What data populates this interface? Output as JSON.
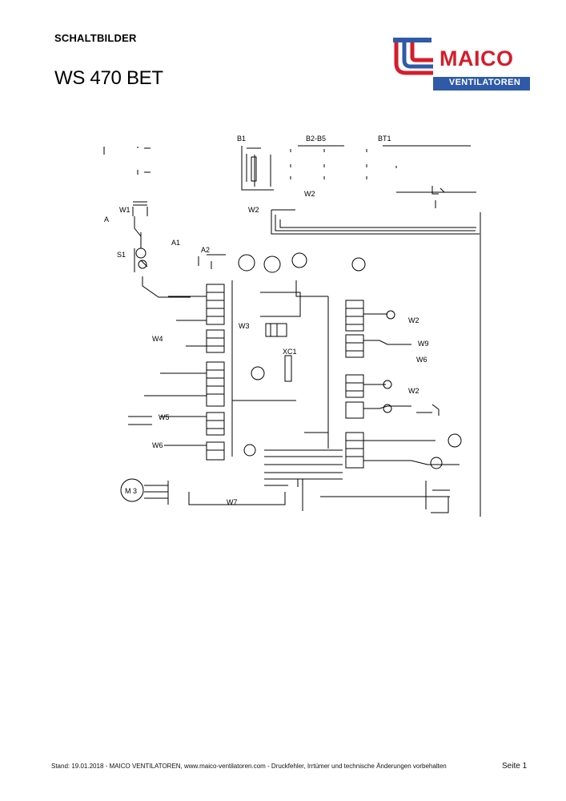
{
  "header": {
    "section_title": "SCHALTBILDER",
    "doc_title": "WS 470 BET"
  },
  "logo": {
    "brand": "MAICO",
    "subtitle": "VENTILATOREN",
    "colors": {
      "red": "#d51d2b",
      "blue": "#2f5aa8"
    }
  },
  "diagram": {
    "labels": {
      "b1": "B1",
      "b2b5": "B2-B5",
      "bt1": "BT1",
      "w1": "W1",
      "a": "A",
      "a1": "A1",
      "s1": "S1",
      "w2_top": "W2",
      "w2_left": "W2",
      "a2": "A2",
      "w3": "W3",
      "w4": "W4",
      "xc1": "XC1",
      "w2_right": "W2",
      "w9": "W9",
      "w6_right": "W6",
      "w2_right2": "W2",
      "w5": "W5",
      "w6_left": "W6",
      "m3": "M 3",
      "w7": "W7"
    }
  },
  "footer": {
    "text": "Stand: 19.01.2018 - MAICO VENTILATOREN, www.maico-ventilatoren.com - Druckfehler, Irrtümer und technische Änderungen vorbehalten",
    "page": "Seite 1"
  }
}
